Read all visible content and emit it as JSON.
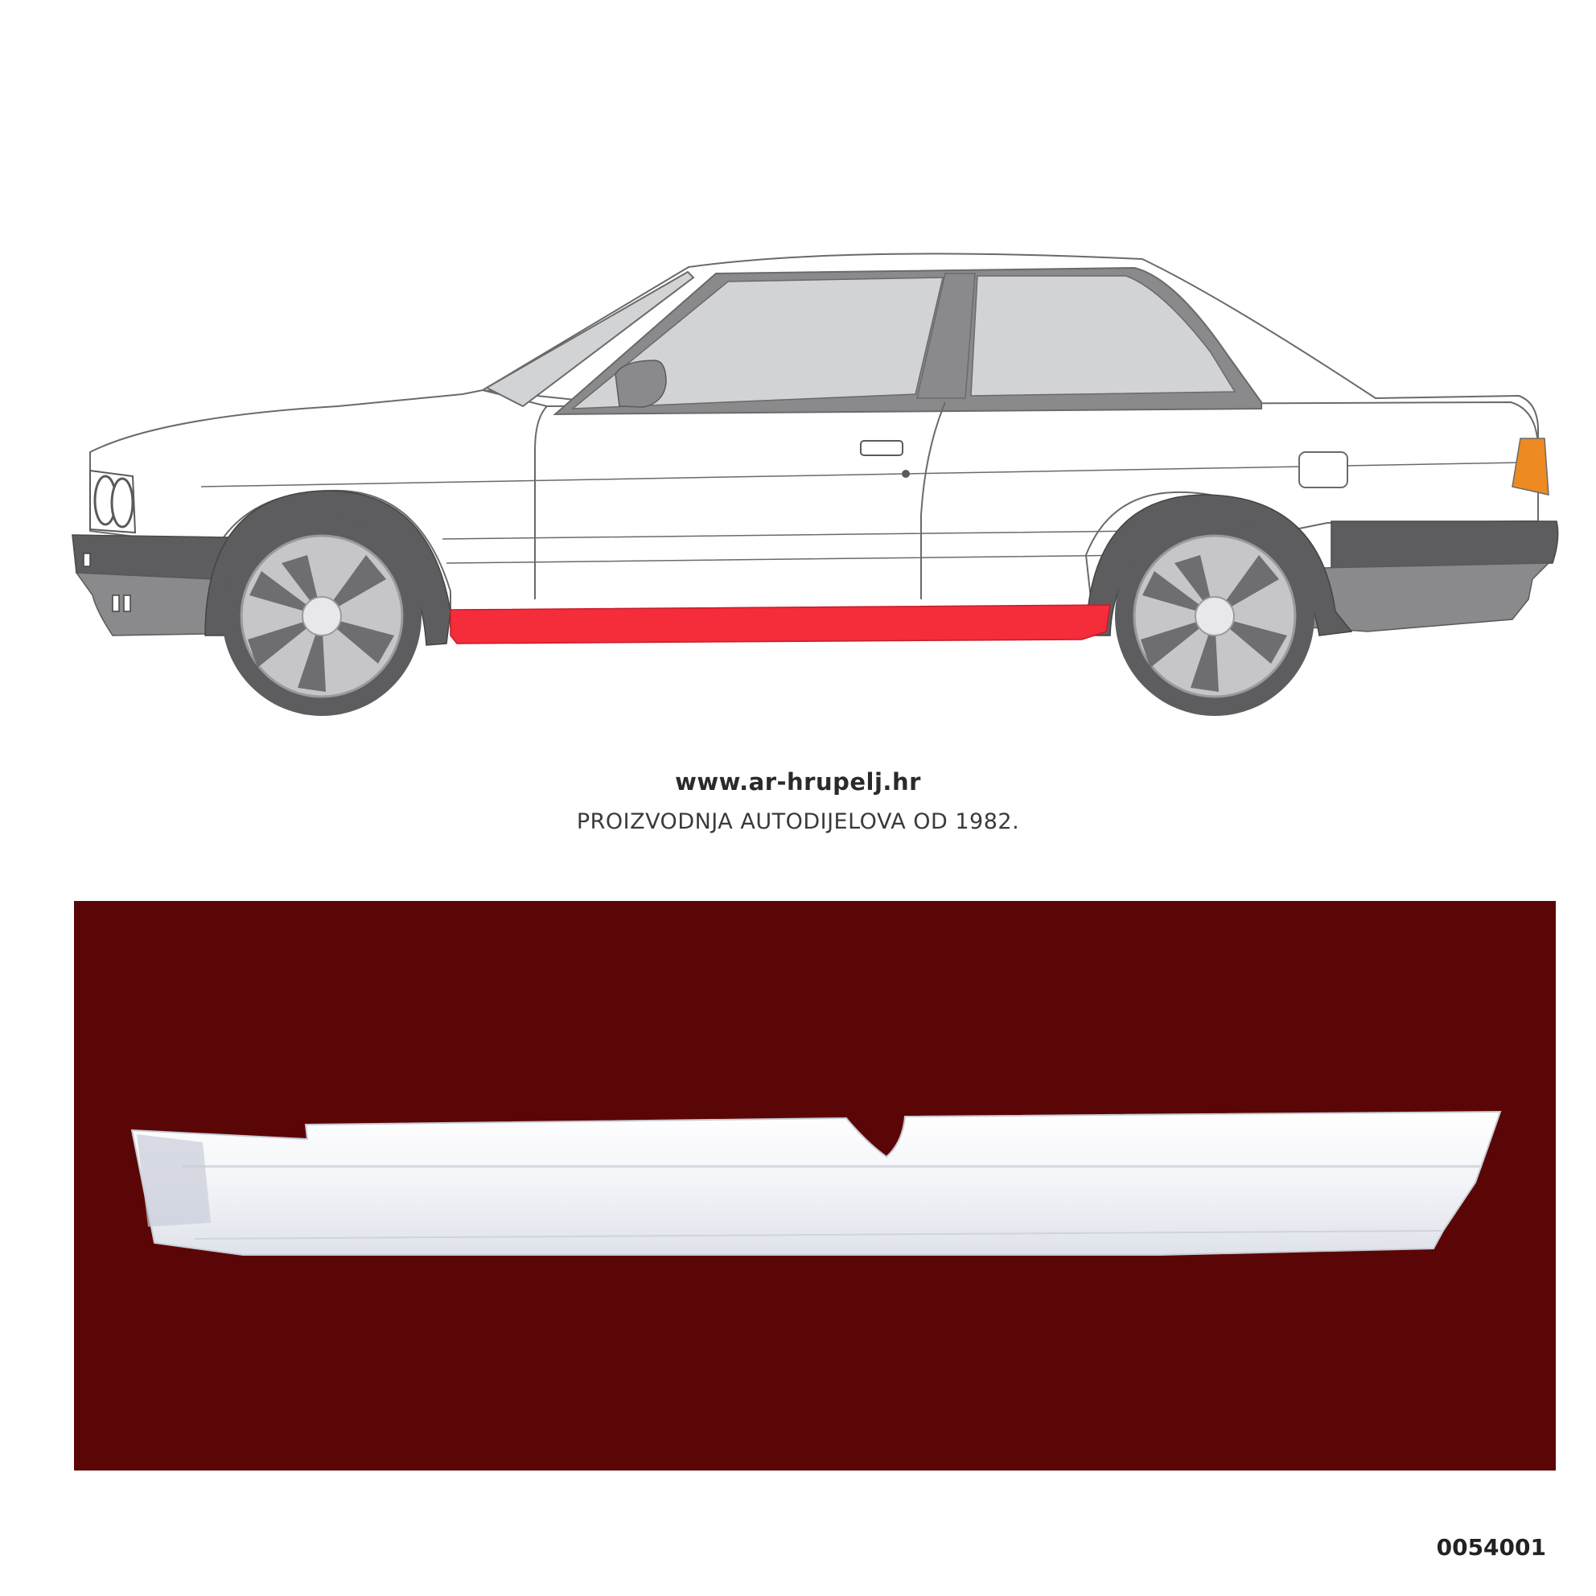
{
  "brand": {
    "website": "www.ar-hrupelj.hr",
    "tagline": "PROIZVODNJA AUTODIJELOVA OD 1982."
  },
  "product": {
    "part_code": "0054001",
    "highlighted_part": "rocker-panel"
  },
  "colors": {
    "highlight": "#f52c3a",
    "photo_background": "#5b0606",
    "car_body": "#ffffff",
    "car_trim": "#8a8a8d",
    "glass": "#d2d3d5",
    "tyre": "#5d5d60",
    "rim": "#c6c6c8",
    "indicator": "#ee8a22"
  }
}
